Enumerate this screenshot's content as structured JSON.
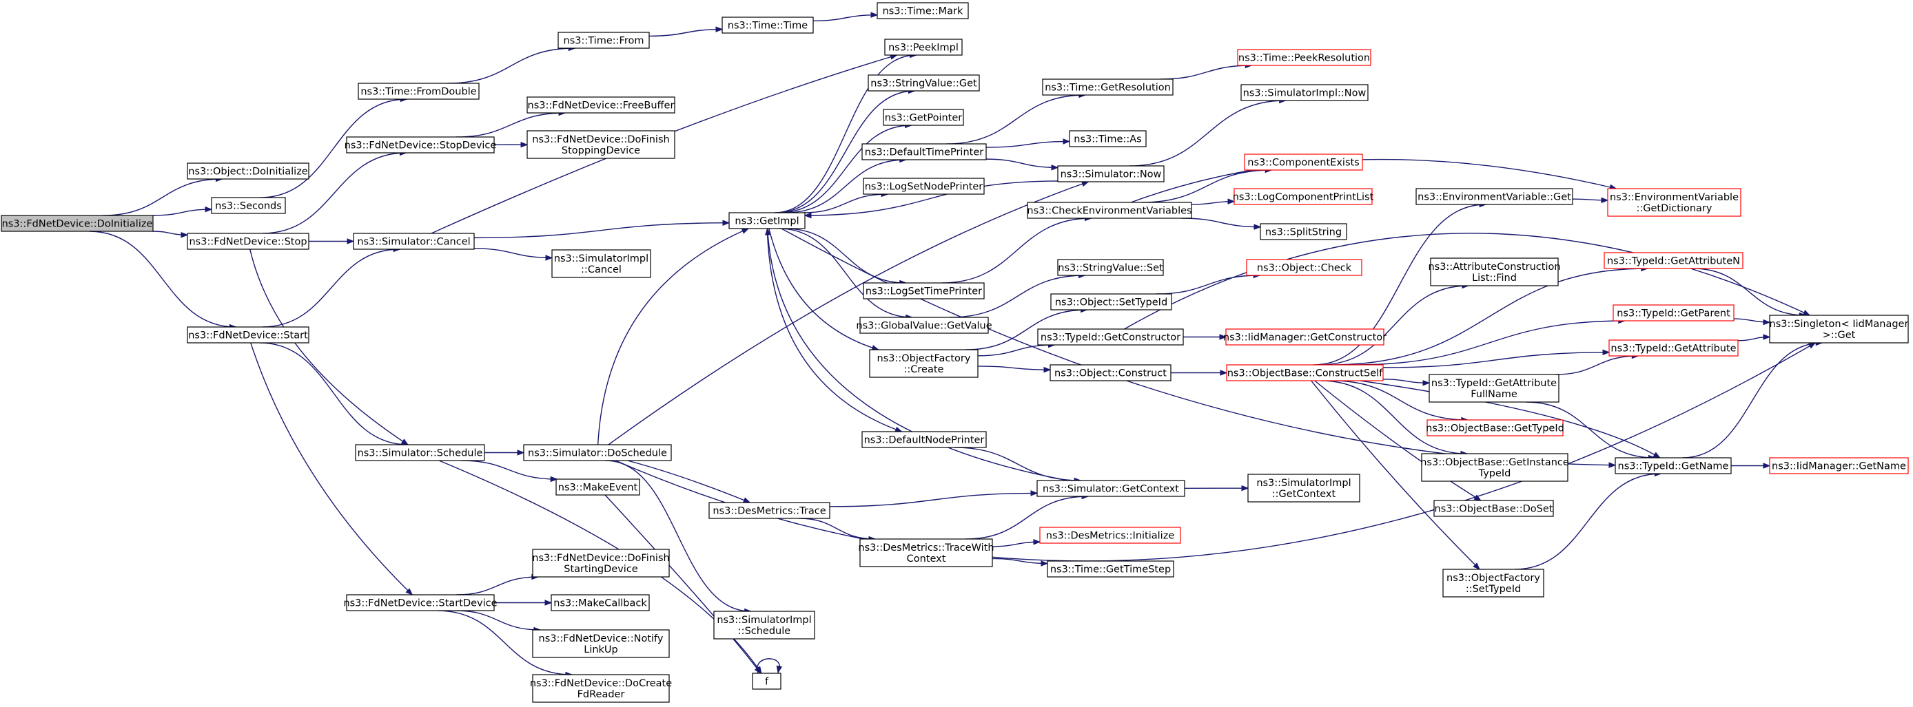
{
  "diagram": {
    "nodes": {
      "fd_doinit": [
        "ns3::FdNetDevice::DoInitialize"
      ],
      "obj_doinit": [
        "ns3::Object::DoInitialize"
      ],
      "seconds": [
        "ns3::Seconds"
      ],
      "fd_stop": [
        "ns3::FdNetDevice::Stop"
      ],
      "fd_start": [
        "ns3::FdNetDevice::Start"
      ],
      "fromdouble": [
        "ns3::Time::FromDouble"
      ],
      "from": [
        "ns3::Time::From"
      ],
      "time": [
        "ns3::Time::Time"
      ],
      "mark": [
        "ns3::Time::Mark"
      ],
      "stopdevice": [
        "ns3::FdNetDevice::StopDevice"
      ],
      "freebuffer": [
        "ns3::FdNetDevice::FreeBuffer"
      ],
      "dofinishstop": [
        "ns3::FdNetDevice::DoFinish",
        "StoppingDevice"
      ],
      "sim_cancel": [
        "ns3::Simulator::Cancel"
      ],
      "simimpl_cancel": [
        "ns3::SimulatorImpl",
        "::Cancel"
      ],
      "sim_schedule": [
        "ns3::Simulator::Schedule"
      ],
      "sim_doschedule": [
        "ns3::Simulator::DoSchedule"
      ],
      "makeevent": [
        "ns3::MakeEvent"
      ],
      "startdevice": [
        "ns3::FdNetDevice::StartDevice"
      ],
      "dofinishstart": [
        "ns3::FdNetDevice::DoFinish",
        "StartingDevice"
      ],
      "makecallback": [
        "ns3::MakeCallback"
      ],
      "notifylinkup": [
        "ns3::FdNetDevice::Notify",
        "LinkUp"
      ],
      "docreate": [
        "ns3::FdNetDevice::DoCreate",
        "FdReader"
      ],
      "f": [
        "f"
      ],
      "simimpl_schedule": [
        "ns3::SimulatorImpl",
        "::Schedule"
      ],
      "getimpl": [
        "ns3::GetImpl"
      ],
      "peekimpl": [
        "ns3::PeekImpl"
      ],
      "sv_get": [
        "ns3::StringValue::Get"
      ],
      "getpointer": [
        "ns3::GetPointer"
      ],
      "deftimeprinter": [
        "ns3::DefaultTimePrinter"
      ],
      "logsetnodeprinter": [
        "ns3::LogSetNodePrinter"
      ],
      "logsettimeprinter": [
        "ns3::LogSetTimePrinter"
      ],
      "gv_getvalue": [
        "ns3::GlobalValue::GetValue"
      ],
      "of_create": [
        "ns3::ObjectFactory",
        "::Create"
      ],
      "defnodeprinter": [
        "ns3::DefaultNodePrinter"
      ],
      "dm_trace": [
        "ns3::DesMetrics::Trace"
      ],
      "dm_tracewith": [
        "ns3::DesMetrics::TraceWith",
        "Context"
      ],
      "getresolution": [
        "ns3::Time::GetResolution"
      ],
      "peekresolution": [
        "ns3::Time::PeekResolution"
      ],
      "time_as": [
        "ns3::Time::As"
      ],
      "sim_now": [
        "ns3::Simulator::Now"
      ],
      "simimpl_now": [
        "ns3::SimulatorImpl::Now"
      ],
      "checkenv": [
        "ns3::CheckEnvironmentVariables"
      ],
      "compexists": [
        "ns3::ComponentExists"
      ],
      "logcompprint": [
        "ns3::LogComponentPrintList"
      ],
      "splitstring": [
        "ns3::SplitString"
      ],
      "sv_set": [
        "ns3::StringValue::Set"
      ],
      "obj_settypeid": [
        "ns3::Object::SetTypeId"
      ],
      "obj_check": [
        "ns3::Object::Check"
      ],
      "tid_getconstructor": [
        "ns3::TypeId::GetConstructor"
      ],
      "iid_getconstructor": [
        "ns3::IidManager::GetConstructor"
      ],
      "obj_construct": [
        "ns3::Object::Construct"
      ],
      "ob_constructself": [
        "ns3::ObjectBase::ConstructSelf"
      ],
      "sim_getcontext": [
        "ns3::Simulator::GetContext"
      ],
      "simimpl_getcontext": [
        "ns3::SimulatorImpl",
        "::GetContext"
      ],
      "dm_initialize": [
        "ns3::DesMetrics::Initialize"
      ],
      "gettimestep": [
        "ns3::Time::GetTimeStep"
      ],
      "envvar_get": [
        "ns3::EnvironmentVariable::Get"
      ],
      "envvar_getdict": [
        "ns3::EnvironmentVariable",
        "::GetDictionary"
      ],
      "attrconslist_find": [
        "ns3::AttributeConstruction",
        "List::Find"
      ],
      "tid_getattributen": [
        "ns3::TypeId::GetAttributeN"
      ],
      "tid_getparent": [
        "ns3::TypeId::GetParent"
      ],
      "tid_getattribute": [
        "ns3::TypeId::GetAttribute"
      ],
      "singleton_get": [
        "ns3::Singleton< IidManager",
        " >::Get"
      ],
      "tid_getattrfullname": [
        "ns3::TypeId::GetAttribute",
        "FullName"
      ],
      "ob_gettypeid": [
        "ns3::ObjectBase::GetTypeId"
      ],
      "ob_getinstancetypeid": [
        "ns3::ObjectBase::GetInstance",
        "TypeId"
      ],
      "ob_doset": [
        "ns3::ObjectBase::DoSet"
      ],
      "of_settypeid": [
        "ns3::ObjectFactory",
        "::SetTypeId"
      ],
      "tid_getname": [
        "ns3::TypeId::GetName"
      ],
      "iid_getname": [
        "ns3::IidManager::GetName"
      ]
    },
    "incomplete_nodes": [
      "peekresolution",
      "compexists",
      "logcompprint",
      "obj_check",
      "iid_getconstructor",
      "ob_constructself",
      "dm_initialize",
      "envvar_getdict",
      "tid_getattributen",
      "tid_getparent",
      "tid_getattribute",
      "ob_gettypeid",
      "iid_getname"
    ],
    "root_node": "fd_doinit",
    "edges": [
      [
        "fd_doinit",
        "obj_doinit"
      ],
      [
        "fd_doinit",
        "seconds"
      ],
      [
        "fd_doinit",
        "fd_stop"
      ],
      [
        "fd_doinit",
        "fd_start"
      ],
      [
        "seconds",
        "fromdouble"
      ],
      [
        "fromdouble",
        "from"
      ],
      [
        "from",
        "time"
      ],
      [
        "time",
        "mark"
      ],
      [
        "fd_stop",
        "stopdevice"
      ],
      [
        "fd_stop",
        "sim_cancel"
      ],
      [
        "fd_stop",
        "sim_schedule"
      ],
      [
        "stopdevice",
        "freebuffer"
      ],
      [
        "stopdevice",
        "dofinishstop"
      ],
      [
        "fd_start",
        "sim_cancel"
      ],
      [
        "fd_start",
        "sim_schedule"
      ],
      [
        "fd_start",
        "startdevice"
      ],
      [
        "sim_cancel",
        "peekimpl"
      ],
      [
        "sim_cancel",
        "getimpl"
      ],
      [
        "sim_cancel",
        "simimpl_cancel"
      ],
      [
        "sim_schedule",
        "sim_doschedule"
      ],
      [
        "sim_schedule",
        "makeevent"
      ],
      [
        "sim_schedule",
        "f"
      ],
      [
        "startdevice",
        "dofinishstart"
      ],
      [
        "startdevice",
        "makecallback"
      ],
      [
        "startdevice",
        "notifylinkup"
      ],
      [
        "startdevice",
        "docreate"
      ],
      [
        "makeevent",
        "f"
      ],
      [
        "f",
        "f"
      ],
      [
        "sim_doschedule",
        "getimpl"
      ],
      [
        "sim_doschedule",
        "sim_now"
      ],
      [
        "sim_doschedule",
        "dm_trace"
      ],
      [
        "sim_doschedule",
        "simimpl_schedule"
      ],
      [
        "sim_doschedule",
        "singleton_get"
      ],
      [
        "getimpl",
        "peekimpl"
      ],
      [
        "getimpl",
        "sv_get"
      ],
      [
        "getimpl",
        "getpointer"
      ],
      [
        "getimpl",
        "deftimeprinter"
      ],
      [
        "getimpl",
        "logsetnodeprinter"
      ],
      [
        "getimpl",
        "logsettimeprinter"
      ],
      [
        "getimpl",
        "gv_getvalue"
      ],
      [
        "getimpl",
        "of_create"
      ],
      [
        "getimpl",
        "defnodeprinter"
      ],
      [
        "getimpl",
        "tid_getname"
      ],
      [
        "deftimeprinter",
        "getresolution"
      ],
      [
        "deftimeprinter",
        "time_as"
      ],
      [
        "deftimeprinter",
        "sim_now"
      ],
      [
        "getresolution",
        "peekresolution"
      ],
      [
        "sim_now",
        "getimpl"
      ],
      [
        "sim_now",
        "simimpl_now"
      ],
      [
        "logsettimeprinter",
        "checkenv"
      ],
      [
        "checkenv",
        "compexists"
      ],
      [
        "checkenv",
        "logcompprint"
      ],
      [
        "checkenv",
        "splitstring"
      ],
      [
        "checkenv",
        "envvar_getdict"
      ],
      [
        "gv_getvalue",
        "sv_set"
      ],
      [
        "of_create",
        "obj_settypeid"
      ],
      [
        "of_create",
        "tid_getconstructor"
      ],
      [
        "of_create",
        "obj_construct"
      ],
      [
        "obj_settypeid",
        "obj_check"
      ],
      [
        "tid_getconstructor",
        "iid_getconstructor"
      ],
      [
        "tid_getconstructor",
        "singleton_get"
      ],
      [
        "obj_construct",
        "ob_constructself"
      ],
      [
        "defnodeprinter",
        "sim_getcontext"
      ],
      [
        "dm_trace",
        "sim_getcontext"
      ],
      [
        "dm_trace",
        "dm_tracewith"
      ],
      [
        "dm_tracewith",
        "sim_getcontext"
      ],
      [
        "dm_tracewith",
        "dm_initialize"
      ],
      [
        "dm_tracewith",
        "gettimestep"
      ],
      [
        "sim_getcontext",
        "getimpl"
      ],
      [
        "sim_getcontext",
        "simimpl_getcontext"
      ],
      [
        "envvar_get",
        "envvar_getdict"
      ],
      [
        "ob_constructself",
        "envvar_get"
      ],
      [
        "ob_constructself",
        "attrconslist_find"
      ],
      [
        "ob_constructself",
        "tid_getattributen"
      ],
      [
        "ob_constructself",
        "tid_getparent"
      ],
      [
        "ob_constructself",
        "tid_getattribute"
      ],
      [
        "ob_constructself",
        "tid_getattrfullname"
      ],
      [
        "ob_constructself",
        "ob_gettypeid"
      ],
      [
        "ob_constructself",
        "ob_getinstancetypeid"
      ],
      [
        "ob_constructself",
        "ob_doset"
      ],
      [
        "ob_constructself",
        "of_settypeid"
      ],
      [
        "ob_constructself",
        "tid_getname"
      ],
      [
        "tid_getattributen",
        "singleton_get"
      ],
      [
        "tid_getparent",
        "singleton_get"
      ],
      [
        "tid_getattribute",
        "singleton_get"
      ],
      [
        "tid_getattrfullname",
        "tid_getattribute"
      ],
      [
        "tid_getattrfullname",
        "tid_getname"
      ],
      [
        "of_settypeid",
        "tid_getname"
      ],
      [
        "tid_getname",
        "singleton_get"
      ],
      [
        "tid_getname",
        "iid_getname"
      ]
    ]
  }
}
